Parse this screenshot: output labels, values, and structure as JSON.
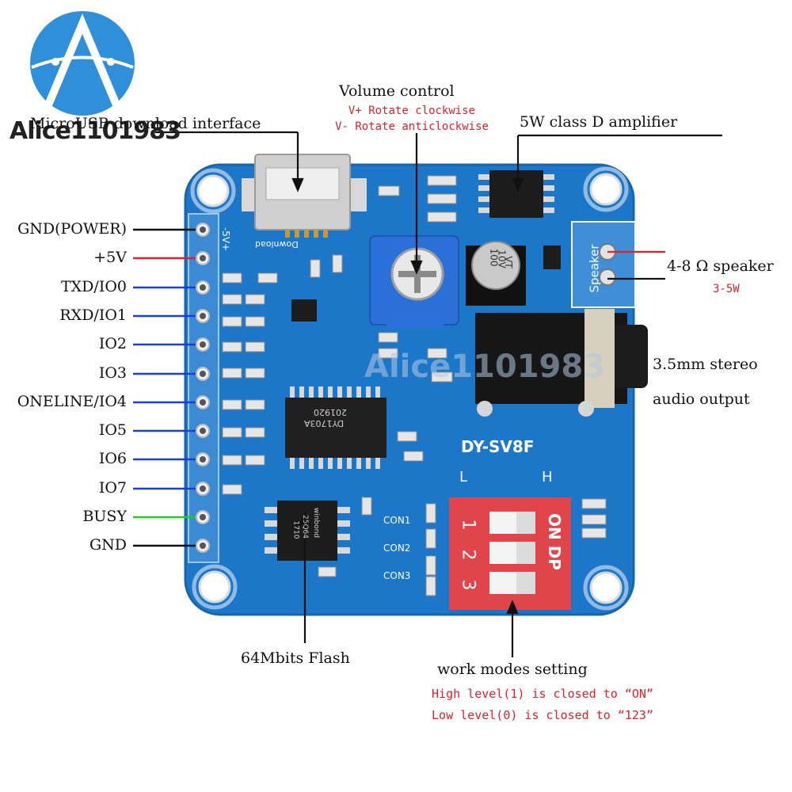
{
  "watermark": {
    "text": "Alice1101983",
    "overlay_text": "Alice1101983"
  },
  "board": {
    "model": "DY-SV8F",
    "dip_l": "L",
    "dip_h": "H",
    "dip_on_dp": "ON DP",
    "dip_numbers": [
      "1",
      "2",
      "3"
    ],
    "con_labels": [
      "CON1",
      "CON2",
      "CON3"
    ],
    "chip_main_line1": "DY1703A",
    "chip_main_line2": "201920",
    "chip_flash_line1": "winbond",
    "chip_flash_line2": "25Q64",
    "chip_flash_line3": "1710",
    "cap_line1": "100",
    "cap_line2": "10V",
    "cap_line3": "VT",
    "speaker_port": "Speaker",
    "header_silk": "-5V+",
    "download_silk": "Download",
    "colors": {
      "pcb": "#1d77c8",
      "pcb_edge": "#1a6bb5",
      "dip": "#e0454b",
      "pot": "#2b6fd8"
    }
  },
  "labels": {
    "micro_usb": "MicroUSB download interface",
    "volume_title": "Volume control",
    "volume_plus": "V+ Rotate clockwise",
    "volume_minus": "V- Rotate anticlockwise",
    "amplifier": "5W class D amplifier",
    "speaker": "4-8 Ω speaker",
    "speaker_power": "3-5W",
    "audio_out_1": "3.5mm stereo",
    "audio_out_2": "audio output",
    "flash": "64Mbits Flash",
    "work_modes": "work modes setting",
    "high_level": "High level(1) is closed to “ON”",
    "low_level": "Low level(0) is closed to “123”"
  },
  "pins": [
    {
      "label": "GND(POWER)",
      "color": "#111111"
    },
    {
      "label": "+5V",
      "color": "#e0202a"
    },
    {
      "label": "TXD/IO0",
      "color": "#1a3fd6"
    },
    {
      "label": "RXD/IO1",
      "color": "#1a3fd6"
    },
    {
      "label": "IO2",
      "color": "#1a3fd6"
    },
    {
      "label": "IO3",
      "color": "#1a3fd6"
    },
    {
      "label": "ONELINE/IO4",
      "color": "#1a3fd6"
    },
    {
      "label": "IO5",
      "color": "#1a3fd6"
    },
    {
      "label": "IO6",
      "color": "#1a3fd6"
    },
    {
      "label": "IO7",
      "color": "#1a3fd6"
    },
    {
      "label": "BUSY",
      "color": "#22cc22"
    },
    {
      "label": "GND",
      "color": "#111111"
    }
  ]
}
